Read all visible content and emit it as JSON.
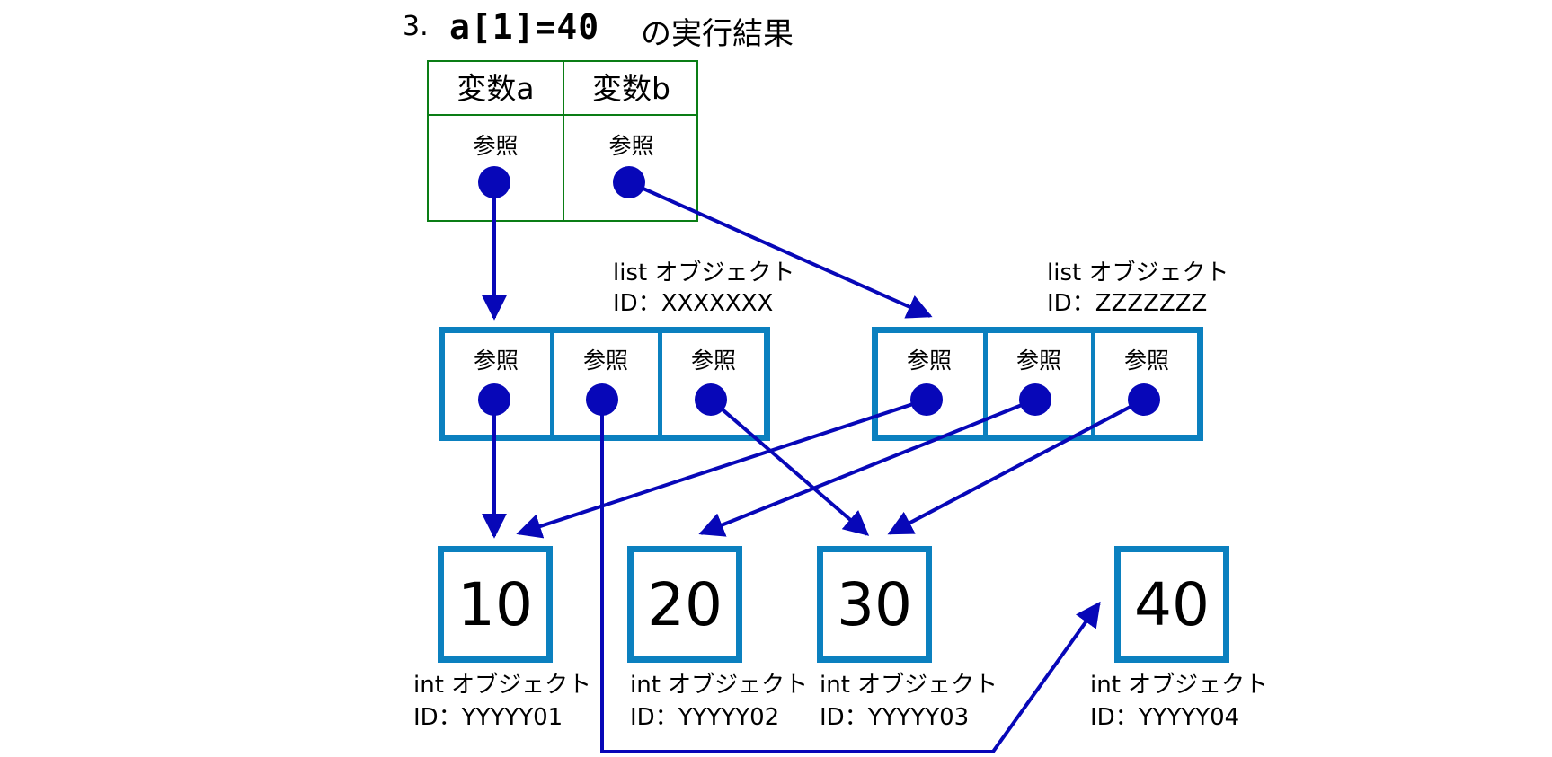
{
  "title": {
    "number": "3.",
    "code": "a[1]=40",
    "suffix": "の実行結果"
  },
  "variables": {
    "var_a": "変数a",
    "var_b": "変数b",
    "ref_a": "参照",
    "ref_b": "参照"
  },
  "lists": [
    {
      "type_label": "list オブジェクト",
      "id_label": "ID：XXXXXXX",
      "refs": [
        "参照",
        "参照",
        "参照"
      ]
    },
    {
      "type_label": "list オブジェクト",
      "id_label": "ID：ZZZZZZZ",
      "refs": [
        "参照",
        "参照",
        "参照"
      ]
    }
  ],
  "ints": [
    {
      "value": "10",
      "type_label": "int オブジェクト",
      "id_label": "ID：YYYYY01"
    },
    {
      "value": "20",
      "type_label": "int オブジェクト",
      "id_label": "ID：YYYYY02"
    },
    {
      "value": "30",
      "type_label": "int オブジェクト",
      "id_label": "ID：YYYYY03"
    },
    {
      "value": "40",
      "type_label": "int オブジェクト",
      "id_label": "ID：YYYYY04"
    }
  ],
  "colors": {
    "arrow": "#0707b8",
    "box_border": "#0b80bf",
    "table_border": "#0a7d15"
  }
}
